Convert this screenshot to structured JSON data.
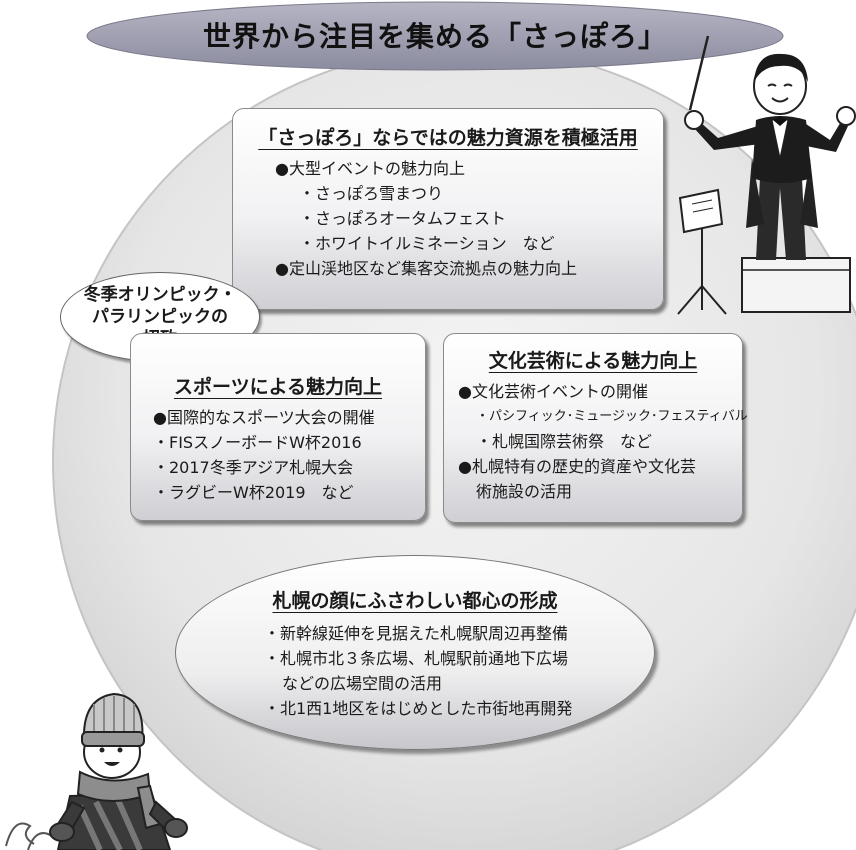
{
  "title": "世界から注目を集める「さっぽろ」",
  "box_charm": {
    "heading": "「さっぽろ」ならではの魅力資源を積極活用",
    "lines": [
      "●大型イベントの魅力向上",
      "・さっぽろ雪まつり",
      "・さっぽろオータムフェスト",
      "・ホワイトイルミネーション　など",
      "●定山渓地区など集客交流拠点の魅力向上"
    ]
  },
  "badge": {
    "lines": [
      "冬季オリンピック・",
      "パラリンピックの",
      "招致"
    ]
  },
  "box_sports": {
    "heading": "スポーツによる魅力向上",
    "lines": [
      "●国際的なスポーツ大会の開催",
      "・FISスノーボードW杯2016",
      "・2017冬季アジア札幌大会",
      "・ラグビーW杯2019　など"
    ]
  },
  "box_culture": {
    "heading": "文化芸術による魅力向上",
    "lines": [
      "●文化芸術イベントの開催",
      "・パシフィック･ミュージック･フェスティバル",
      "・札幌国際芸術祭　など",
      "●札幌特有の歴史的資産や文化芸",
      "術施設の活用"
    ]
  },
  "box_toshin": {
    "heading": "札幌の顔にふさわしい都心の形成",
    "lines": [
      "・新幹線延伸を見据えた札幌駅周辺再整備",
      "・札幌市北３条広場、札幌駅前通地下広場",
      "などの広場空間の活用",
      "・北1西1地区をはじめとした市街地再開発"
    ]
  },
  "icons": {
    "conductor": "conductor-illustration",
    "winter_person": "winter-person-illustration"
  }
}
